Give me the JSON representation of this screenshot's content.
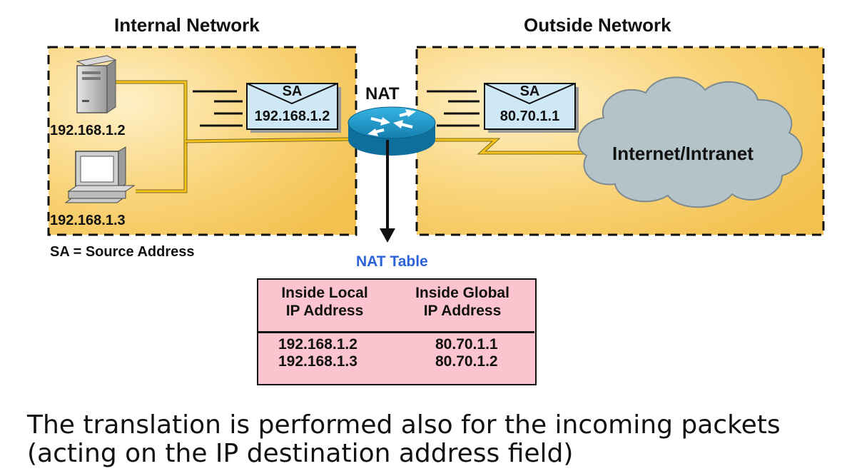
{
  "zones": {
    "internal_title": "Internal Network",
    "outside_title": "Outside Network"
  },
  "hosts": {
    "server_ip": "192.168.1.2",
    "pc_ip": "192.168.1.3"
  },
  "router": {
    "label": "NAT"
  },
  "packets": {
    "inside": {
      "header": "SA",
      "address": "192.168.1.2"
    },
    "outside": {
      "header": "SA",
      "address": "80.70.1.1"
    }
  },
  "cloud": {
    "label": "Internet/Intranet"
  },
  "legend": {
    "sa_note": "SA = Source Address"
  },
  "nat_table": {
    "title": "NAT Table",
    "headers": [
      "Inside Local\nIP Address",
      "Inside Global\nIP Address"
    ],
    "rows": [
      [
        "192.168.1.2",
        "80.70.1.1"
      ],
      [
        "192.168.1.3",
        "80.70.1.2"
      ]
    ]
  },
  "caption": {
    "line1": "The translation is performed also for the incoming packets",
    "line2": "(acting on the IP destination address field)"
  },
  "colors": {
    "zone_fill": "#f7cd5e",
    "envelope_fill": "#cfe8f5",
    "router": "#1aa2d4",
    "cloud": "#b3c2c8",
    "table_fill": "#fbc4cf",
    "table_title": "#2c63d9"
  }
}
